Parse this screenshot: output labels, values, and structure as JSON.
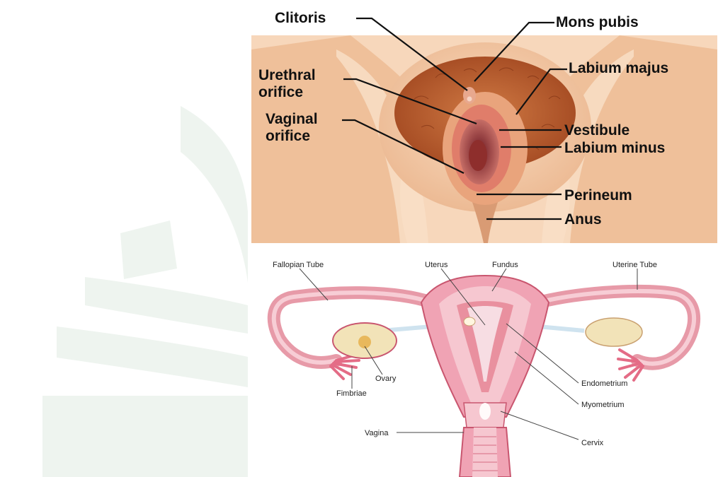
{
  "external_labels": {
    "clitoris": "Clitoris",
    "mons_pubis": "Mons pubis",
    "urethral_orifice": [
      "Urethral",
      "orifice"
    ],
    "labium_majus": "Labium majus",
    "vaginal_orifice": [
      "Vaginal",
      "orifice"
    ],
    "vestibule": "Vestibule",
    "labium_minus": "Labium minus",
    "perineum": "Perineum",
    "anus": "Anus"
  },
  "internal_labels": {
    "fallopian_tube": "Fallopian Tube",
    "uterus": "Uterus",
    "fundus": "Fundus",
    "uterine_tube": "Uterine Tube",
    "ovary": "Ovary",
    "fimbriae": "Fimbriae",
    "endometrium": "Endometrium",
    "myometrium": "Myometrium",
    "vagina": "Vagina",
    "cervix": "Cervix"
  },
  "colors": {
    "skin": "#f2c29a",
    "skin_light": "#f9dcc0",
    "hair": "#b85a2c",
    "tissue_pink": "#f0a3b4",
    "tissue_dark": "#c9566f",
    "ovary": "#f2e3b8",
    "watermark": "#eef4ef"
  }
}
